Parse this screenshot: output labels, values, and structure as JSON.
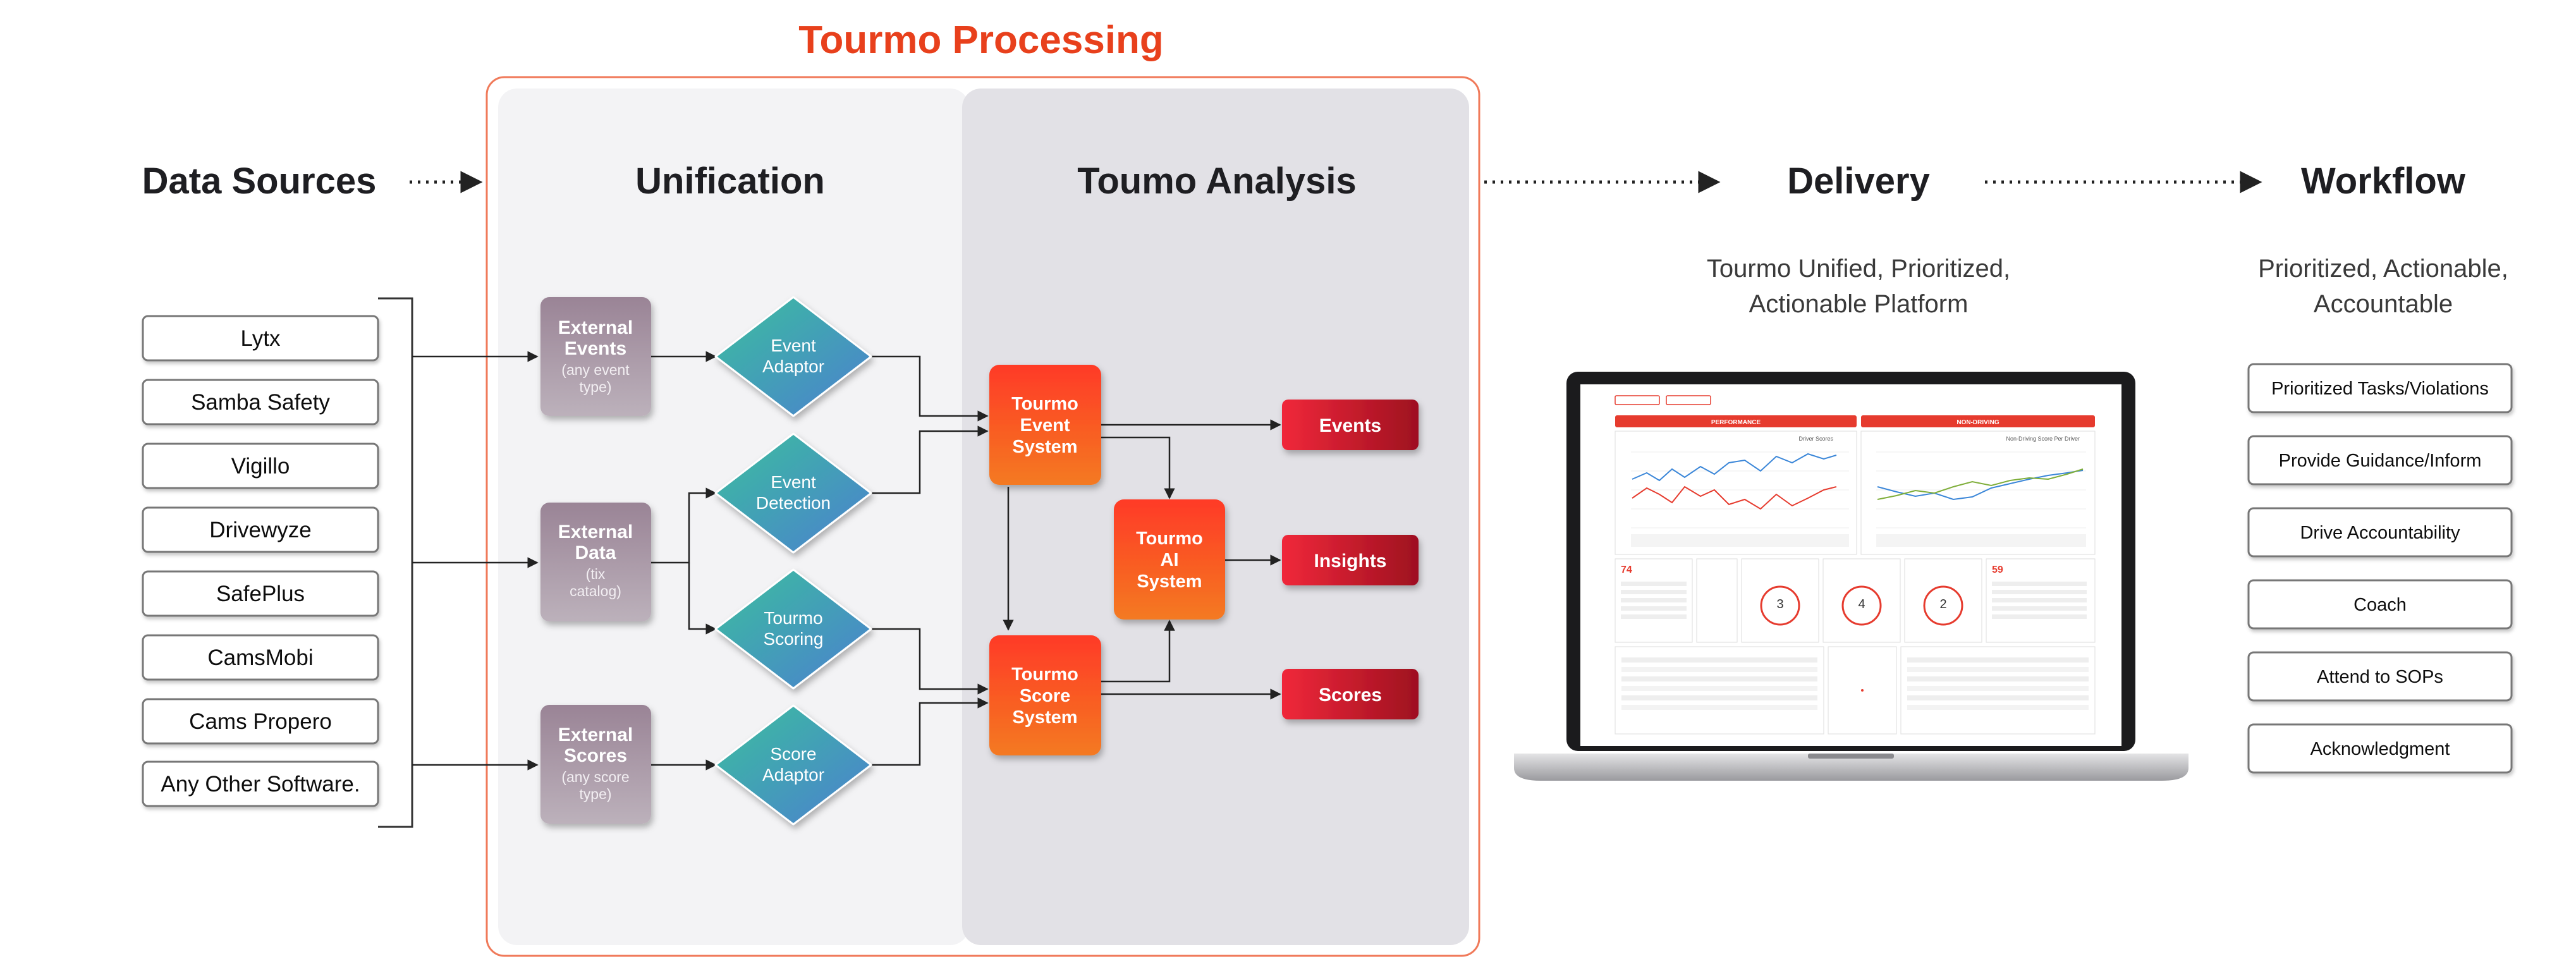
{
  "title": "Tourmo Processing",
  "headers": {
    "data_sources": "Data Sources",
    "unification": "Unification",
    "analysis": "Toumo Analysis",
    "delivery": "Delivery",
    "workflow": "Workflow"
  },
  "delivery_subtitle": [
    "Tourmo Unified, Prioritized,",
    "Actionable Platform"
  ],
  "workflow_subtitle": [
    "Prioritized, Actionable,",
    "Accountable"
  ],
  "sources": [
    "Lytx",
    "Samba Safety",
    "Vigillo",
    "Drivewyze",
    "SafePlus",
    "CamsMobi",
    "Cams Propero",
    "Any Other Software."
  ],
  "inputs": [
    {
      "title": [
        "External",
        "Events"
      ],
      "sub": [
        "(any event",
        "type)"
      ]
    },
    {
      "title": [
        "External",
        "Data"
      ],
      "sub": [
        "(tix",
        "catalog)"
      ]
    },
    {
      "title": [
        "External",
        "Scores"
      ],
      "sub": [
        "(any score",
        "type)"
      ]
    }
  ],
  "diamonds": [
    [
      "Event",
      "Adaptor"
    ],
    [
      "Event",
      "Detection"
    ],
    [
      "Tourmo",
      "Scoring"
    ],
    [
      "Score",
      "Adaptor"
    ]
  ],
  "systems": {
    "event": [
      "Tourmo",
      "Event",
      "System"
    ],
    "ai": [
      "Tourmo",
      "AI",
      "System"
    ],
    "score": [
      "Tourmo",
      "Score",
      "System"
    ]
  },
  "outputs": [
    "Events",
    "Insights",
    "Scores"
  ],
  "workflow_items": [
    "Prioritized Tasks/Violations",
    "Provide Guidance/Inform",
    "Drive Accountability",
    "Coach",
    "Attend to SOPs",
    "Acknowledgment"
  ],
  "laptop_screen": {
    "panel_left": "PERFORMANCE",
    "panel_right": "NON-DRIVING",
    "chart_left_title": "Driver Scores",
    "chart_right_title": "Non-Driving Score Per Driver",
    "kpi_values": [
      "74",
      "3",
      "4",
      "2",
      "59"
    ]
  },
  "colors": {
    "title": "#e8401c",
    "frame": "#f07a5a",
    "unification_bg": "#f3f3f5",
    "analysis_bg": "#e2e1e6",
    "system_top": "#ff3d24",
    "system_bottom": "#f07020",
    "output_top": "#ee2b3a",
    "output_bottom": "#a8101e",
    "diamond_a": "#3fb3a4",
    "diamond_b": "#4a86c8",
    "input_top": "#9e8a9a",
    "input_bottom": "#b7aab6"
  }
}
